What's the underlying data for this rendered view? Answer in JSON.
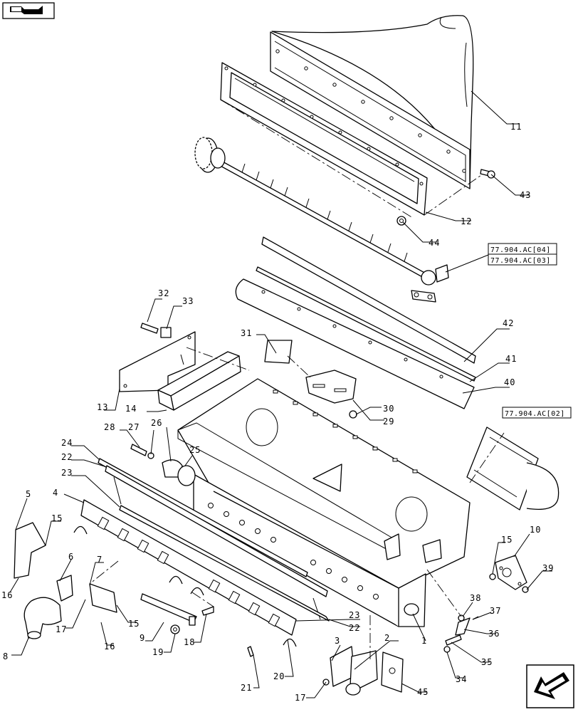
{
  "callouts": [
    {
      "id": "c1",
      "text": "1"
    },
    {
      "id": "c2",
      "text": "2"
    },
    {
      "id": "c3",
      "text": "3"
    },
    {
      "id": "c4",
      "text": "4"
    },
    {
      "id": "c5",
      "text": "5"
    },
    {
      "id": "c6",
      "text": "6"
    },
    {
      "id": "c7",
      "text": "7"
    },
    {
      "id": "c8",
      "text": "8"
    },
    {
      "id": "c9",
      "text": "9"
    },
    {
      "id": "c10",
      "text": "10"
    },
    {
      "id": "c11",
      "text": "11"
    },
    {
      "id": "c12",
      "text": "12"
    },
    {
      "id": "c13",
      "text": "13"
    },
    {
      "id": "c14",
      "text": "14"
    },
    {
      "id": "c15a",
      "text": "15"
    },
    {
      "id": "c15b",
      "text": "15"
    },
    {
      "id": "c15c",
      "text": "15"
    },
    {
      "id": "c16a",
      "text": "16"
    },
    {
      "id": "c16b",
      "text": "16"
    },
    {
      "id": "c17a",
      "text": "17"
    },
    {
      "id": "c17b",
      "text": "17"
    },
    {
      "id": "c18",
      "text": "18"
    },
    {
      "id": "c19",
      "text": "19"
    },
    {
      "id": "c20",
      "text": "20"
    },
    {
      "id": "c21",
      "text": "21"
    },
    {
      "id": "c22a",
      "text": "22"
    },
    {
      "id": "c22b",
      "text": "22"
    },
    {
      "id": "c23a",
      "text": "23"
    },
    {
      "id": "c23b",
      "text": "23"
    },
    {
      "id": "c24",
      "text": "24"
    },
    {
      "id": "c25",
      "text": "25"
    },
    {
      "id": "c26",
      "text": "26"
    },
    {
      "id": "c27",
      "text": "27"
    },
    {
      "id": "c28",
      "text": "28"
    },
    {
      "id": "c29",
      "text": "29"
    },
    {
      "id": "c30",
      "text": "30"
    },
    {
      "id": "c31",
      "text": "31"
    },
    {
      "id": "c32",
      "text": "32"
    },
    {
      "id": "c33",
      "text": "33"
    },
    {
      "id": "c34",
      "text": "34"
    },
    {
      "id": "c35",
      "text": "35"
    },
    {
      "id": "c36",
      "text": "36"
    },
    {
      "id": "c37",
      "text": "37"
    },
    {
      "id": "c38",
      "text": "38"
    },
    {
      "id": "c39",
      "text": "39"
    },
    {
      "id": "c40",
      "text": "40"
    },
    {
      "id": "c41",
      "text": "41"
    },
    {
      "id": "c42",
      "text": "42"
    },
    {
      "id": "c43",
      "text": "43"
    },
    {
      "id": "c44",
      "text": "44"
    },
    {
      "id": "c45",
      "text": "45"
    }
  ],
  "references": {
    "ref_04": "77.904.AC[04]",
    "ref_03": "77.904.AC[03]",
    "ref_02": "77.904.AC[02]"
  },
  "icons": {
    "top_left": "flag-arrow-icon",
    "bottom_right": "next-page-arrow-icon"
  }
}
